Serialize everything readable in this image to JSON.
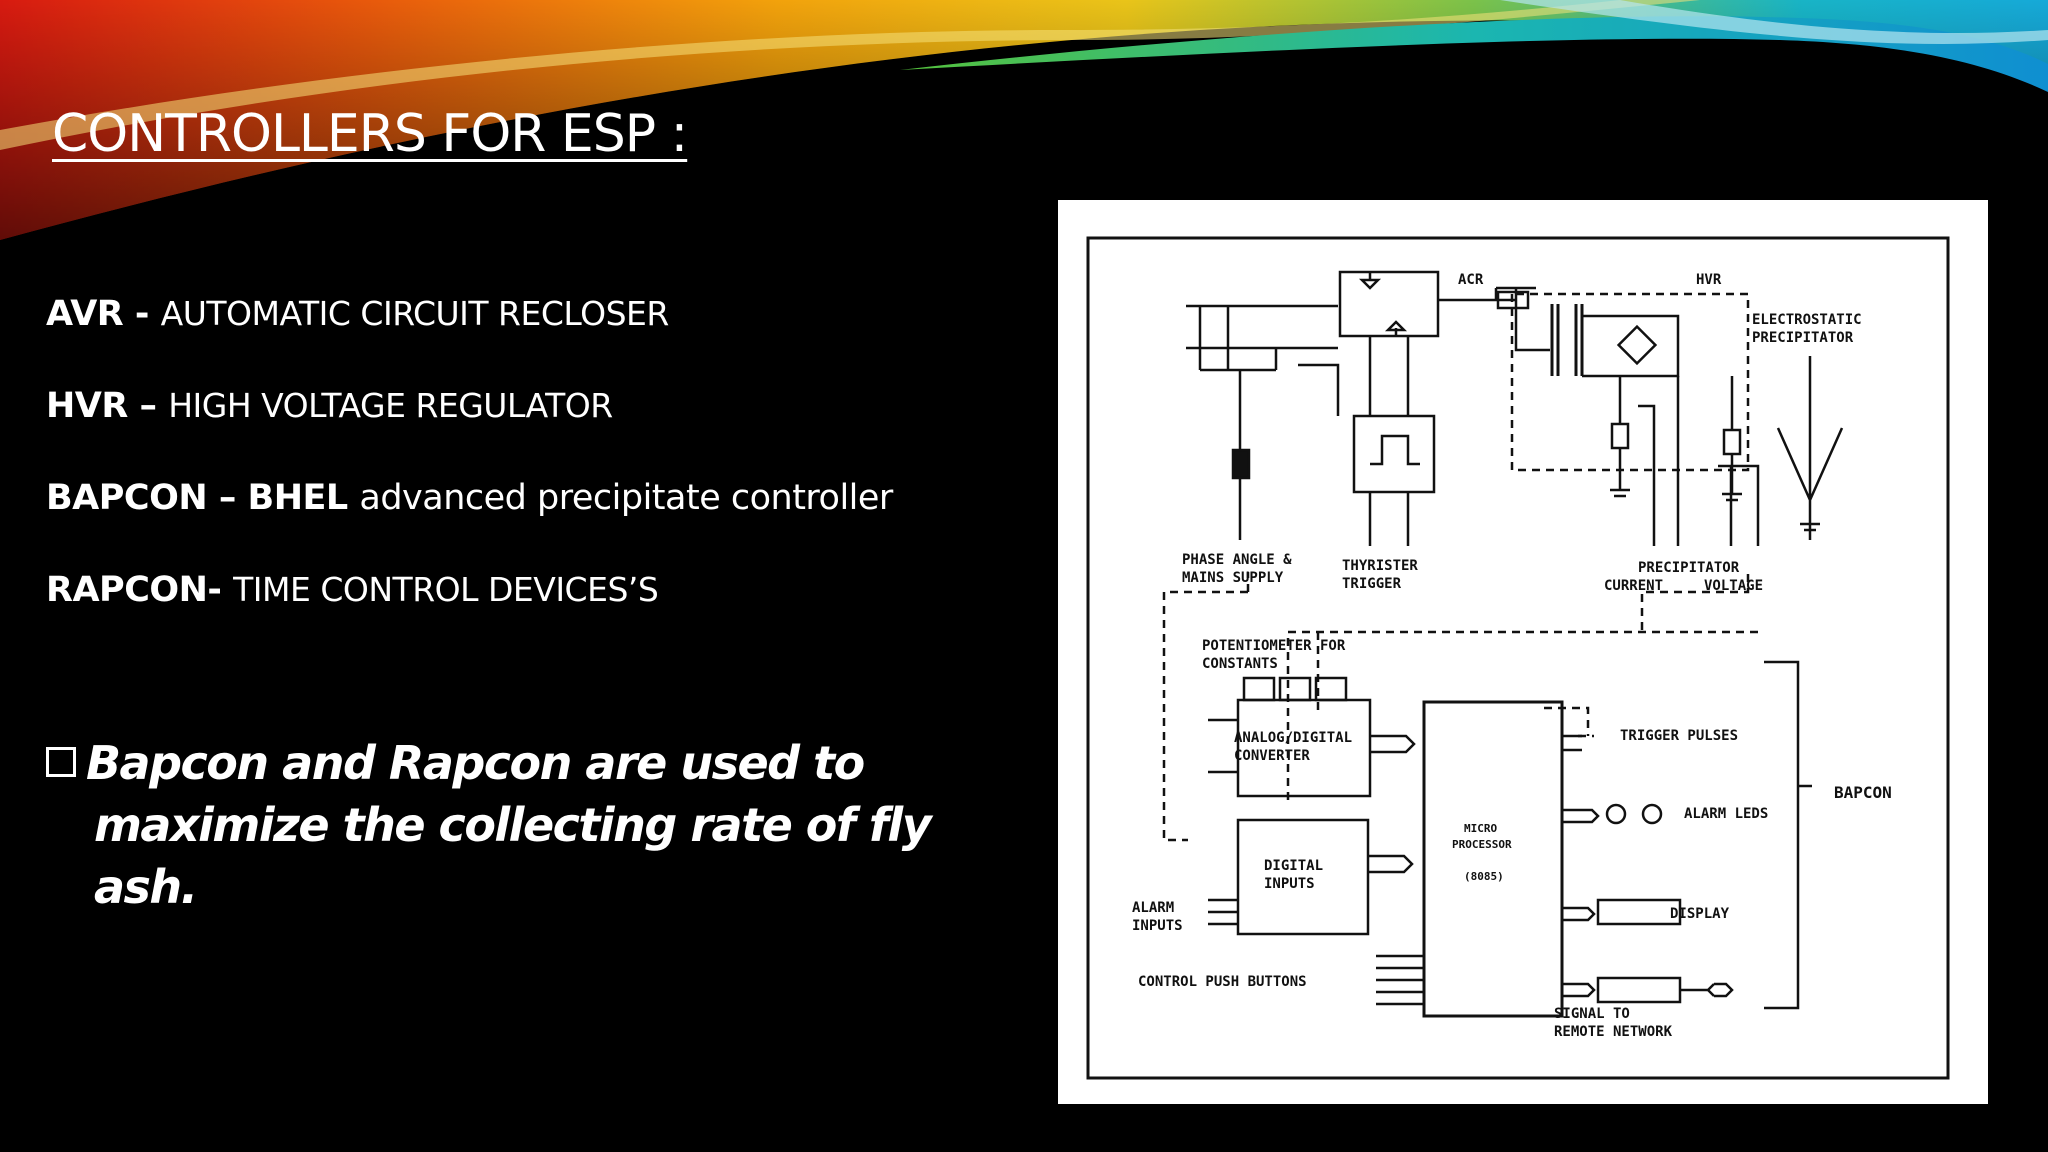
{
  "slide": {
    "title": "CONTROLLERS FOR ESP :",
    "definitions": [
      {
        "abbr": "AVR - ",
        "text": "AUTOMATIC CIRCUIT RECLOSER"
      },
      {
        "abbr": "HVR – ",
        "text": "HIGH VOLTAGE REGULATOR"
      },
      {
        "abbr": "BAPCON – BHEL ",
        "text": "advanced precipitate controller"
      },
      {
        "abbr": "RAPCON- ",
        "text": "TIME CONTROL DEVICES’S"
      }
    ],
    "bullet": {
      "line1": "Bapcon and Rapcon are used to",
      "line2": "maximize the collecting rate of fly ash."
    }
  },
  "diagram": {
    "labels": {
      "acr": "ACR",
      "hvr": "HVR",
      "esp_1": "ELECTROSTATIC",
      "esp_2": "PRECIPITATOR",
      "phase_1": "PHASE ANGLE &",
      "phase_2": "MAINS SUPPLY",
      "thyr_1": "THYRISTER",
      "thyr_2": "TRIGGER",
      "precip": "PRECIPITATOR",
      "current": "CURRENT",
      "voltage": "VOLTAGE",
      "pot_1": "POTENTIOMETER FOR",
      "pot_2": "CONSTANTS",
      "adc_1": "ANALOG/DIGITAL",
      "adc_2": "CONVERTER",
      "dig_1": "DIGITAL",
      "dig_2": "INPUTS",
      "alarm_in_1": "ALARM",
      "alarm_in_2": "INPUTS",
      "push": "CONTROL PUSH BUTTONS",
      "micro_1": "MICRO",
      "micro_2": "PROCESSOR",
      "micro_3": "(8085)",
      "trigger": "TRIGGER PULSES",
      "leds": "ALARM LEDS",
      "display": "DISPLAY",
      "signal_1": "SIGNAL TO",
      "signal_2": "REMOTE NETWORK",
      "bapcon": "BAPCON"
    }
  },
  "colors": {
    "background": "#000000",
    "text": "#ffffff",
    "diagram_bg": "#ffffff"
  }
}
